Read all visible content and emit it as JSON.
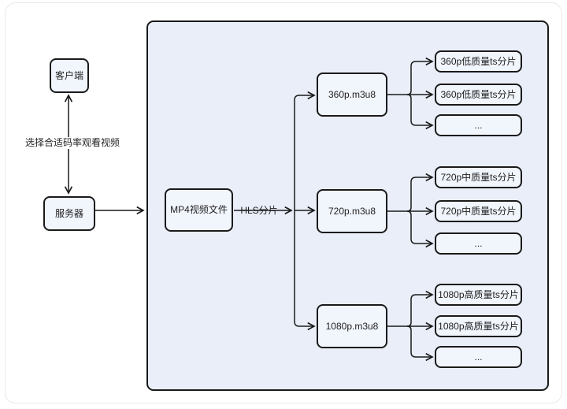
{
  "diagram": {
    "nodes": {
      "client": "客户端",
      "server": "服务器",
      "mp4": "MP4视频文件"
    },
    "edge_labels": {
      "choose_bitrate": "选择合适码率观看视频",
      "hls_split": "HLS分片"
    },
    "groups": [
      {
        "m3u8": "360p.m3u8",
        "ts": [
          "360p低质量ts分片",
          "360p低质量ts分片",
          "..."
        ]
      },
      {
        "m3u8": "720p.m3u8",
        "ts": [
          "720p中质量ts分片",
          "720p中质量ts分片",
          "..."
        ]
      },
      {
        "m3u8": "1080p.m3u8",
        "ts": [
          "1080p高质量ts分片",
          "1080p高质量ts分片",
          "..."
        ]
      }
    ],
    "colors": {
      "stroke": "#1a1a1a",
      "node_fill": "#f1f5fc",
      "container_fill": "#e9eef9",
      "frame_border": "#e8e8e8",
      "page_bg": "#ffffff",
      "text": "#1f1f1f"
    }
  }
}
